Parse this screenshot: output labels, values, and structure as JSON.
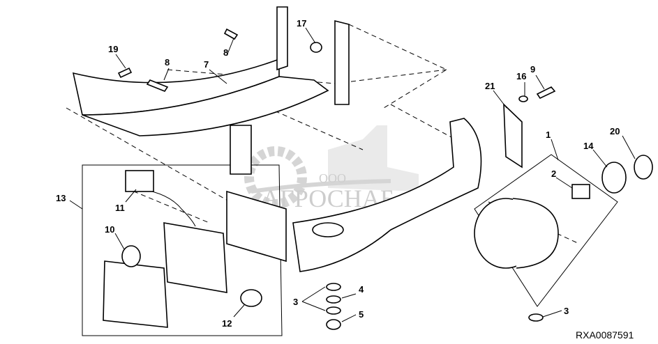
{
  "diagram": {
    "callouts": {
      "c19": "19",
      "c8a": "8",
      "c8b": "8",
      "c7": "7",
      "c17": "17",
      "c21": "21",
      "c16": "16",
      "c9": "9",
      "c1": "1",
      "c20": "20",
      "c14": "14",
      "c2": "2",
      "c13": "13",
      "c11": "11",
      "c10": "10",
      "c12": "12",
      "c3a": "3",
      "c4": "4",
      "c5": "5",
      "c3b": "3"
    },
    "figure_code": "RXA0087591"
  },
  "watermark": {
    "company_prefix": "ООО",
    "company_name": "АГРОСНАБ"
  }
}
